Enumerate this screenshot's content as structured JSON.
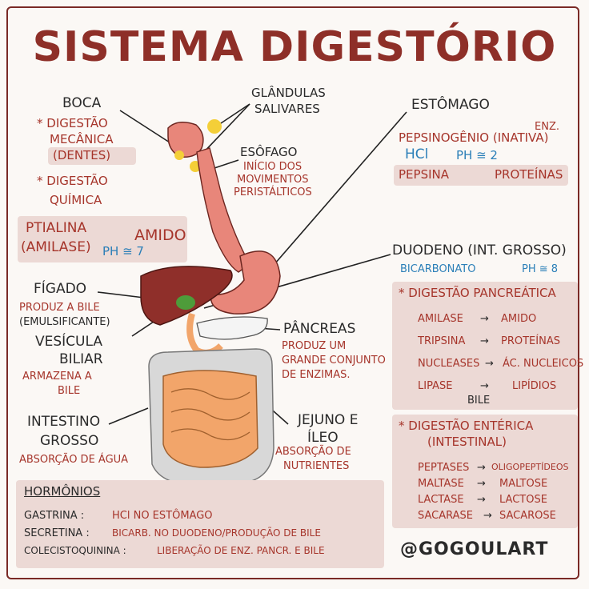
{
  "title": "SISTEMA DIGESTÓRIO",
  "labels": {
    "boca": "BOCA",
    "digestao_mecanica_1": "* DIGESTÃO",
    "digestao_mecanica_2": "MECÂNICA",
    "dentes": "(DENTES)",
    "digestao_quimica_1": "* DIGESTÃO",
    "digestao_quimica_2": "QUÍMICA",
    "ptialina": "PTIALINA",
    "amilase": "(AMILASE)",
    "amido": "AMIDO",
    "ph7": "PH ≅ 7",
    "glandulas_1": "GLÂNDULAS",
    "glandulas_2": "SALIVARES",
    "esofago": "ESÔFAGO",
    "esofago_desc_1": "INÍCIO DOS",
    "esofago_desc_2": "MOVIMENTOS",
    "esofago_desc_3": "PERISTÁLTICOS",
    "estomago": "ESTÔMAGO",
    "pepsinogenio": "PEPSINOGÊNIO (INATIVA)",
    "enz": "ENZ.",
    "hcl": "HCl",
    "ph2": "PH ≅ 2",
    "pepsina": "PEPSINA",
    "proteinas": "PROTEÍNAS",
    "duodeno": "DUODENO (INT. GROSSO)",
    "bicarbonato": "BICARBONATO",
    "ph8": "PH ≅ 8",
    "figado": "FÍGADO",
    "figado_desc_1": "PRODUZ A BILE",
    "figado_desc_2": "(EMULSIFICANTE)",
    "vesicula_1": "VESÍCULA",
    "vesicula_2": "BILIAR",
    "vesicula_desc_1": "ARMAZENA A",
    "vesicula_desc_2": "BILE",
    "pancreas": "PÂNCREAS",
    "pancreas_desc_1": "PRODUZ UM",
    "pancreas_desc_2": "GRANDE CONJUNTO",
    "pancreas_desc_3": "DE ENZIMAS.",
    "intestino_1": "INTESTINO",
    "intestino_2": "GROSSO",
    "intestino_desc": "ABSORÇÃO DE ÁGUA",
    "jejuno_1": "JEJUNO E",
    "jejuno_2": "ÍLEO",
    "jejuno_desc_1": "ABSORÇÃO DE",
    "jejuno_desc_2": "NUTRIENTES"
  },
  "pancreatica": {
    "heading": "* DIGESTÃO PANCREÁTICA",
    "rows": [
      {
        "enzyme": "AMILASE",
        "product": "AMIDO"
      },
      {
        "enzyme": "TRIPSINA",
        "product": "PROTEÍNAS"
      },
      {
        "enzyme": "NUCLEASES",
        "product": "ÁC. NUCLEICOS"
      },
      {
        "enzyme": "LIPASE",
        "product": "LIPÍDIOS"
      }
    ],
    "bile": "BILE"
  },
  "enterica": {
    "heading_1": "* DIGESTÃO ENTÉRICA",
    "heading_2": "(INTESTINAL)",
    "rows": [
      {
        "enzyme": "PEPTASES",
        "product": "OLIGOPEPTÍDEOS"
      },
      {
        "enzyme": "MALTASE",
        "product": "MALTOSE"
      },
      {
        "enzyme": "LACTASE",
        "product": "LACTOSE"
      },
      {
        "enzyme": "SACARASE",
        "product": "SACAROSE"
      }
    ]
  },
  "hormonios": {
    "heading": "HORMÔNIOS",
    "rows": [
      {
        "name": "GASTRINA :",
        "desc": "HCl NO ESTÔMAGO"
      },
      {
        "name": "SECRETINA :",
        "desc": "BICARB. NO DUODENO/PRODUÇÃO DE BILE"
      },
      {
        "name": "COLECISTOQUININA :",
        "desc": "LIBERAÇÃO DE ENZ. PANCR. E BILE"
      }
    ]
  },
  "handle": "@GOGOULART",
  "colors": {
    "title": "#8e2f28",
    "red_text": "#a6352b",
    "blue_text": "#2b7fb8",
    "box_bg": "#ecd9d5",
    "liver": "#8f2f2a",
    "stomach": "#e8867a",
    "small_intestine": "#f2a56a",
    "large_intestine": "#cfcfcf"
  }
}
